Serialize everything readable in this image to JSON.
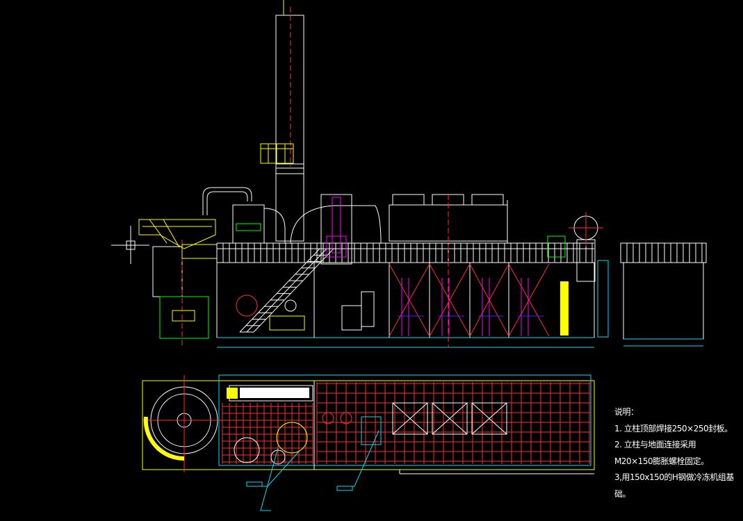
{
  "drawing": {
    "background": "#000000",
    "colors": {
      "white": "#ffffff",
      "yellow": "#ffff00",
      "red": "#ff3030",
      "cyan": "#00e0ff",
      "magenta": "#ff00ff",
      "blue": "#3030ff",
      "green": "#00ff00"
    },
    "notes": {
      "heading": "说明：",
      "line1": "1. 立柱顶部焊接250×250封板。",
      "line2": "2. 立柱与地面连接采用",
      "line3": "M20×150膨胀螺栓固定。",
      "line4": "3,用150x150的H钢做冷冻机组基",
      "line5": "础。"
    }
  }
}
